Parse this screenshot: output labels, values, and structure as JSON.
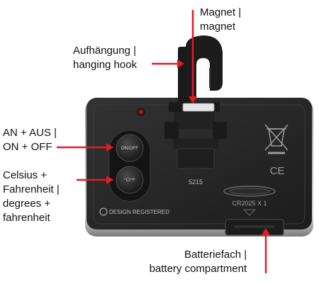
{
  "labels": {
    "magnet": [
      "Magnet |",
      "magnet"
    ],
    "hook": [
      "Aufhängung |",
      "hanging hook"
    ],
    "power": [
      "AN + AUS |",
      "ON + OFF"
    ],
    "unit": [
      "Celsius +",
      "Fahrenheit |",
      "degrees +",
      "fahrenheit"
    ],
    "battery": [
      "Batteriefach |",
      "battery compartment"
    ]
  },
  "device": {
    "model_number": "5215",
    "battery_type": "CR2025 X 1",
    "design_mark": "DESIGN REGISTERED",
    "ce_mark": "CE",
    "power_button_text": "ON/OFF",
    "unit_button_text": "°C/°F"
  },
  "colors": {
    "arrow": "#e31b23",
    "case_body": "#2a2a2a",
    "case_rim": "#bdbdbd",
    "led": "#d01010"
  }
}
